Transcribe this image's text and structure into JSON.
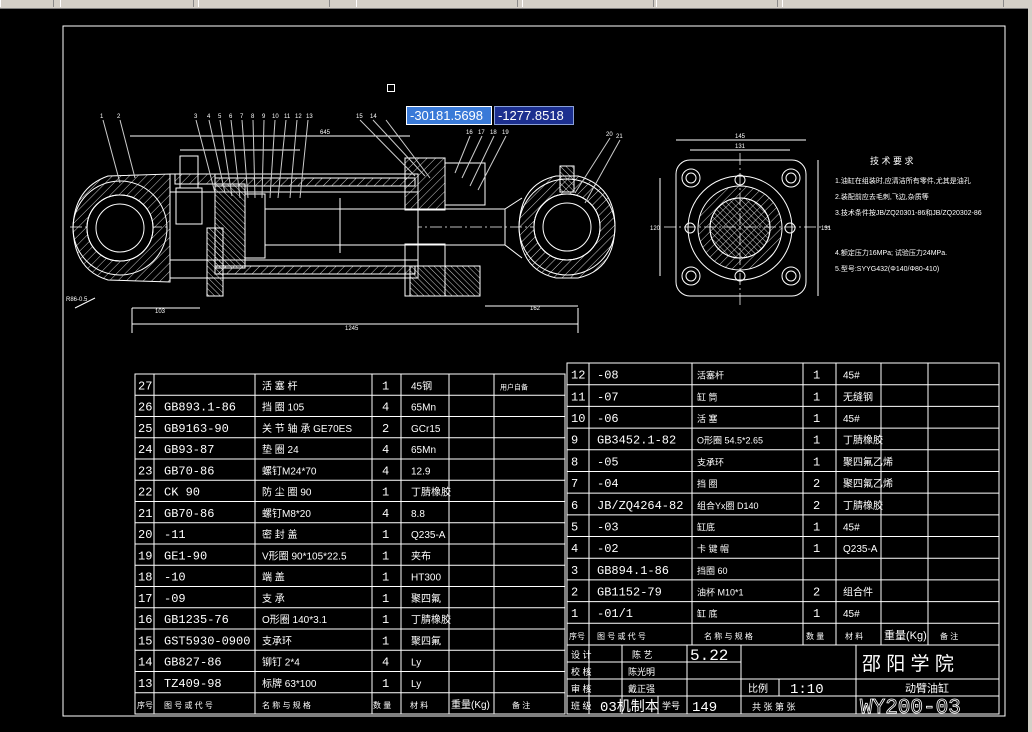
{
  "dynamic_input": {
    "x_value": "-30181.5698",
    "y_value": "-1277.8518"
  },
  "tech_title": "技 术 要 求",
  "tech_notes": [
    "1.油缸在组装时,应清洁所有零件,尤其是油孔",
    "2.装配前应去毛刺,飞边,杂质等",
    "3.技术条件按JB/ZQ20301-86和JB/ZQ20302-86",
    "4.额定压力16MPa; 试验压力24MPa.",
    "5.型号:SYYG432(Φ140/Φ80-410)"
  ],
  "bom_left": [
    {
      "no": "27",
      "code": "",
      "name": "活 塞 杆",
      "qty": "1",
      "mat": "45钢",
      "note": "用户自备"
    },
    {
      "no": "26",
      "code": "GB893.1-86",
      "name": "挡 圈 105",
      "qty": "4",
      "mat": "65Mn",
      "note": ""
    },
    {
      "no": "25",
      "code": "GB9163-90",
      "name": "关 节 轴 承 GE70ES",
      "qty": "2",
      "mat": "GCr15",
      "note": ""
    },
    {
      "no": "24",
      "code": "GB93-87",
      "name": "垫 圈 24",
      "qty": "4",
      "mat": "65Mn",
      "note": ""
    },
    {
      "no": "23",
      "code": "GB70-86",
      "name": "螺钉M24*70",
      "qty": "4",
      "mat": "12.9",
      "note": ""
    },
    {
      "no": "22",
      "code": "CK 90",
      "name": "防 尘 圈 90",
      "qty": "1",
      "mat": "丁腈橡胶",
      "note": ""
    },
    {
      "no": "21",
      "code": "GB70-86",
      "name": "螺钉M8*20",
      "qty": "4",
      "mat": "8.8",
      "note": ""
    },
    {
      "no": "20",
      "code": "-11",
      "name": "密 封 盖",
      "qty": "1",
      "mat": "Q235-A",
      "note": ""
    },
    {
      "no": "19",
      "code": "GE1-90",
      "name": "V形圈 90*105*22.5",
      "qty": "1",
      "mat": "夹布",
      "note": ""
    },
    {
      "no": "18",
      "code": "-10",
      "name": "端 盖",
      "qty": "1",
      "mat": "HT300",
      "note": ""
    },
    {
      "no": "17",
      "code": "-09",
      "name": "支 承",
      "qty": "1",
      "mat": "聚四氟",
      "note": ""
    },
    {
      "no": "16",
      "code": "GB1235-76",
      "name": "O形圈 140*3.1",
      "qty": "1",
      "mat": "丁腈橡胶",
      "note": ""
    },
    {
      "no": "15",
      "code": "GST5930-0900",
      "name": "支承环",
      "qty": "1",
      "mat": "聚四氟",
      "note": ""
    },
    {
      "no": "14",
      "code": "GB827-86",
      "name": "铆钉 2*4",
      "qty": "4",
      "mat": "Ly",
      "note": ""
    },
    {
      "no": "13",
      "code": "TZ409-98",
      "name": "标牌 63*100",
      "qty": "1",
      "mat": "Ly",
      "note": ""
    }
  ],
  "bom_left_header": {
    "no": "序号",
    "code": "图 号 或 代 号",
    "name": "名 称 与 规 格",
    "qty": "数 量",
    "mat": "材 料",
    "weight": "重量(Kg)",
    "note": "备 注"
  },
  "bom_right": [
    {
      "no": "12",
      "code": "-08",
      "name": "活塞杆",
      "qty": "1",
      "mat": "45#"
    },
    {
      "no": "11",
      "code": "-07",
      "name": "缸 筒",
      "qty": "1",
      "mat": "无缝钢"
    },
    {
      "no": "10",
      "code": "-06",
      "name": "活 塞",
      "qty": "1",
      "mat": "45#"
    },
    {
      "no": "9",
      "code": "GB3452.1-82",
      "name": "O形圈 54.5*2.65",
      "qty": "1",
      "mat": "丁腈橡胶"
    },
    {
      "no": "8",
      "code": "-05",
      "name": "支承环",
      "qty": "1",
      "mat": "聚四氟乙烯"
    },
    {
      "no": "7",
      "code": "-04",
      "name": "挡 圈",
      "qty": "2",
      "mat": "聚四氟乙烯"
    },
    {
      "no": "6",
      "code": "JB/ZQ4264-82",
      "name": "组合Yx圈 D140",
      "qty": "2",
      "mat": "丁腈橡胶"
    },
    {
      "no": "5",
      "code": "-03",
      "name": "缸底",
      "qty": "1",
      "mat": "45#"
    },
    {
      "no": "4",
      "code": "-02",
      "name": "卡 键 帽",
      "qty": "1",
      "mat": "Q235-A"
    },
    {
      "no": "3",
      "code": "GB894.1-86",
      "name": "挡圈 60",
      "qty": "",
      "mat": ""
    },
    {
      "no": "2",
      "code": "GB1152-79",
      "name": "油杯 M10*1",
      "qty": "2",
      "mat": "组合件"
    },
    {
      "no": "1",
      "code": "-01/1",
      "name": "缸 底",
      "qty": "1",
      "mat": "45#"
    }
  ],
  "bom_right_header": {
    "no": "序号",
    "code": "图 号 或 代 号",
    "name": "名 称 与 规 格",
    "qty": "数 量",
    "mat": "材 料",
    "weight": "重量(Kg)",
    "note": "备 注"
  },
  "title_block": {
    "design_label": "设 计",
    "design_name": "陈 艺",
    "date": "5.22",
    "check_label": "校 核",
    "check_name": "陈光明",
    "review_label": "审 核",
    "review_name": "戴正强",
    "class_label": "班 级",
    "class_value": "03机制本",
    "id_label": "学号",
    "id_value": "149",
    "scale_label": "比例",
    "scale_value": "1:10",
    "sheets": "共 张 第 张",
    "school": "邵 阳 学 院",
    "drawing_name": "动臂油缸",
    "drawing_no": "WY200-03"
  },
  "colors": {
    "background": "#000000",
    "line": "#ffffff",
    "accent": "#3a7ad8"
  }
}
